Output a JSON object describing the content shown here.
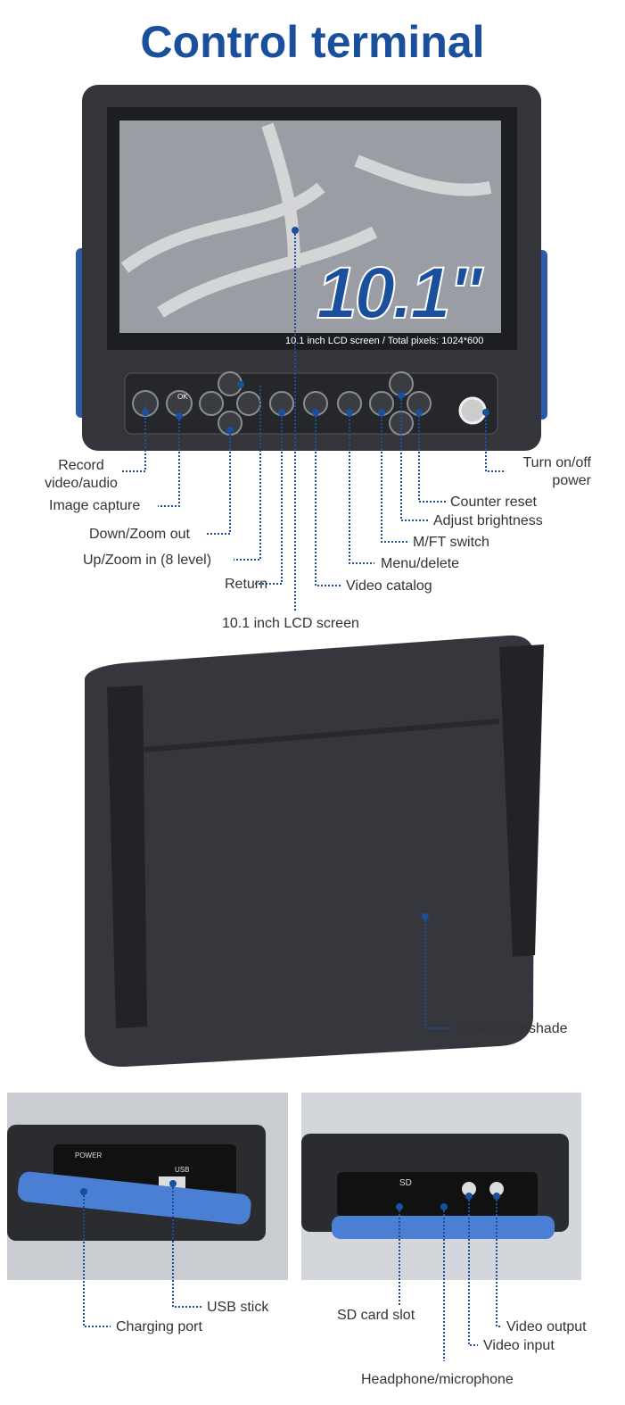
{
  "title": "Control terminal",
  "screen": {
    "size": "10.1\"",
    "caption": "10.1 inch LCD screen / Total pixels: 1024*600"
  },
  "labels": {
    "record": "Record video/audio",
    "capture": "Image capture",
    "down": "Down/Zoom out",
    "up": "Up/Zoom in (8 level)",
    "return": "Return",
    "lcd": "10.1 inch LCD screen",
    "catalog": "Video catalog",
    "menu": "Menu/delete",
    "mft": "M/FT switch",
    "brightness": "Adjust brightness",
    "counter": "Counter reset",
    "power": "Turn on/off power",
    "sunshade": "Screen sunshade",
    "usb": "USB stick",
    "charging": "Charging port",
    "sdslot": "SD card slot",
    "headphone": "Headphone/microphone",
    "vin": "Video input",
    "vout": "Video output"
  },
  "ports": {
    "power": "POWER",
    "usb": "USB",
    "sd": "SD",
    "ok": "OK"
  },
  "colors": {
    "accent": "#1a4f9c",
    "device": "#2e3036",
    "bumper": "#4a7fd4"
  }
}
